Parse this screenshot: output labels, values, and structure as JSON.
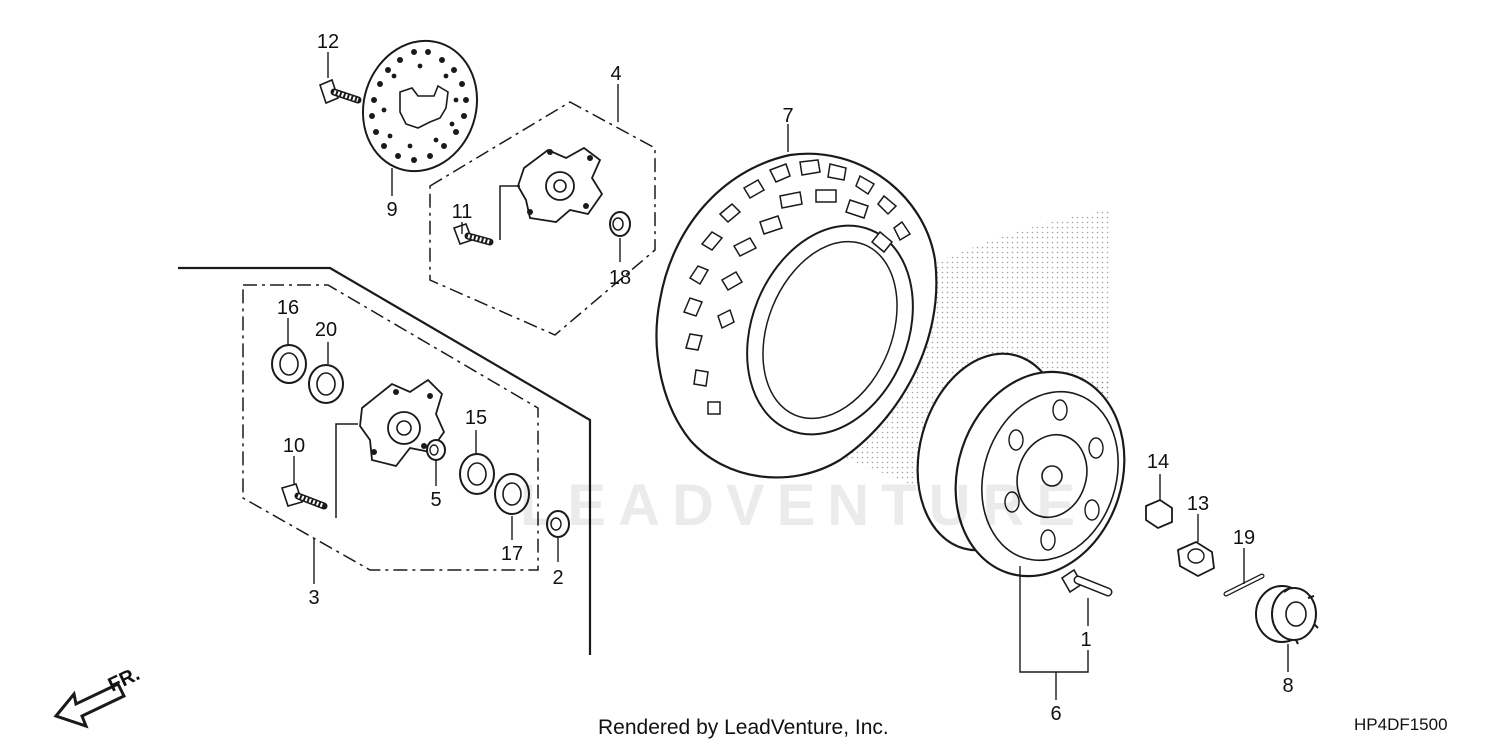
{
  "diagram": {
    "callouts": [
      "1",
      "2",
      "3",
      "4",
      "5",
      "6",
      "7",
      "8",
      "9",
      "10",
      "11",
      "12",
      "13",
      "14",
      "15",
      "16",
      "17",
      "18",
      "19",
      "20"
    ],
    "direction_label": "FR.",
    "footer_text": "Rendered by LeadVenture, Inc.",
    "diagram_code": "HP4DF1500",
    "watermark_text": "LEADVENTURE"
  },
  "colors": {
    "line": "#1a1a1a",
    "background": "#ffffff"
  }
}
